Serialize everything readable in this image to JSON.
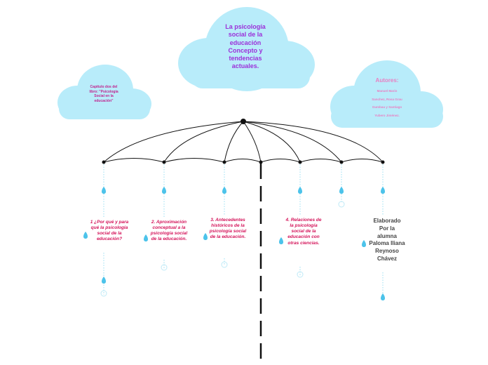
{
  "center_topic": "La psicología social de la educación Concepto y tendencias actuales.",
  "source_note": "Capitulo dos del libro: \"Psicología Social en la educación\"",
  "authors": {
    "heading": "Autores:",
    "names": [
      "Manuel Marin",
      "Sanchez, Rosa Grau",
      "Gumbau y Santiago",
      "Yubero Jiménez."
    ]
  },
  "branches": [
    {
      "label": "1 ¿Por qué y para qué la psicología social de la educación?"
    },
    {
      "label": "2. Aproximación conceptual a la psicología social de la educación."
    },
    {
      "label": "3. Antecedentes históricos de la psicología social de la educación."
    },
    {
      "label": "4. Relaciones de la psicología social de la educación con otras ciencias."
    }
  ],
  "credit": "Elaborado Por la alumna Paloma Iliana Reynoso Chávez",
  "colors": {
    "cloud": "#b8ecfa",
    "drop": "#4cc3ea",
    "title": "#9b30d9",
    "branch_text": "#d4145a",
    "author_text": "#e97fc2"
  }
}
